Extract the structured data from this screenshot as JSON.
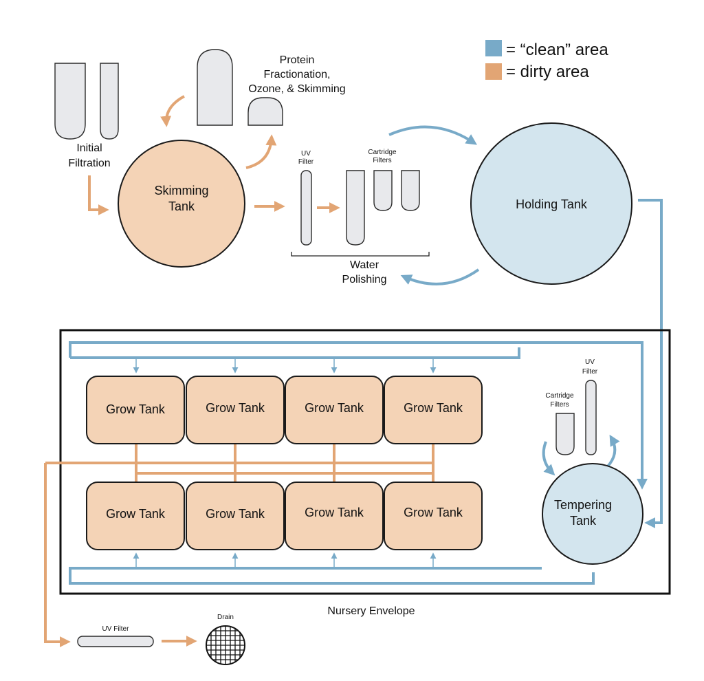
{
  "colors": {
    "clean": "#78aac8",
    "dirty": "#e2a574",
    "clean_fill": "#d3e5ee",
    "dirty_fill": "#f4d3b6",
    "vessel_fill": "#e8e9ec"
  },
  "legend": {
    "clean_label": "= “clean” area",
    "dirty_label": "= dirty area"
  },
  "labels": {
    "initial_filtration": [
      "Initial",
      "Filtration"
    ],
    "protein": [
      "Protein",
      "Fractionation,",
      "Ozone, & Skimming"
    ],
    "skimming_tank": [
      "Skimming",
      "Tank"
    ],
    "uv_filter_top": [
      "UV",
      "Filter"
    ],
    "cartridge_filters_top": [
      "Cartridge",
      "Filters"
    ],
    "water_polishing": [
      "Water",
      "Polishing"
    ],
    "holding_tank": "Holding Tank",
    "grow_tank": "Grow Tank",
    "uv_filter_right": [
      "UV",
      "Filter"
    ],
    "cartridge_filters_right": [
      "Cartridge",
      "Filters"
    ],
    "tempering_tank": [
      "Tempering",
      "Tank"
    ],
    "nursery_envelope": "Nursery Envelope",
    "uv_filter_bottom": "UV Filter",
    "drain": "Drain"
  }
}
